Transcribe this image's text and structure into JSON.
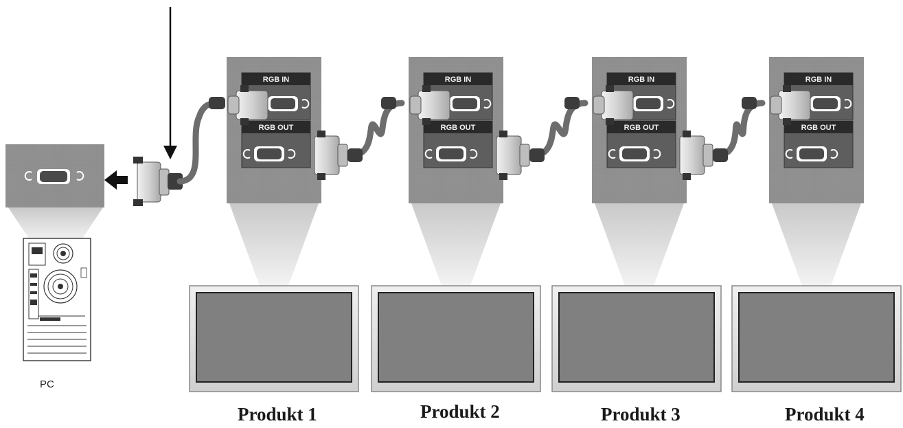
{
  "pc": {
    "label": "PC"
  },
  "port_labels": {
    "in": "RGB IN",
    "out": "RGB OUT"
  },
  "products": [
    {
      "label": "Produkt 1"
    },
    {
      "label": "Produkt 2"
    },
    {
      "label": "Produkt 3"
    },
    {
      "label": "Produkt 4"
    }
  ],
  "colors": {
    "panel": "#8f8f8f",
    "panel_dark": "#6b6b6b",
    "port_box": "#5e5e5e",
    "label_bar": "#2a2a2a",
    "cable": "#6d6d6d",
    "cable_dark": "#3c3c3c",
    "connector": "#d6d6d6",
    "screen": "#808080",
    "bezel": "#e3e3e3",
    "cone": "#d9d9d9"
  },
  "icons": [
    "arrow-down-icon",
    "arrow-left-icon",
    "vga-connector-icon",
    "pc-tower-icon",
    "monitor-icon"
  ]
}
